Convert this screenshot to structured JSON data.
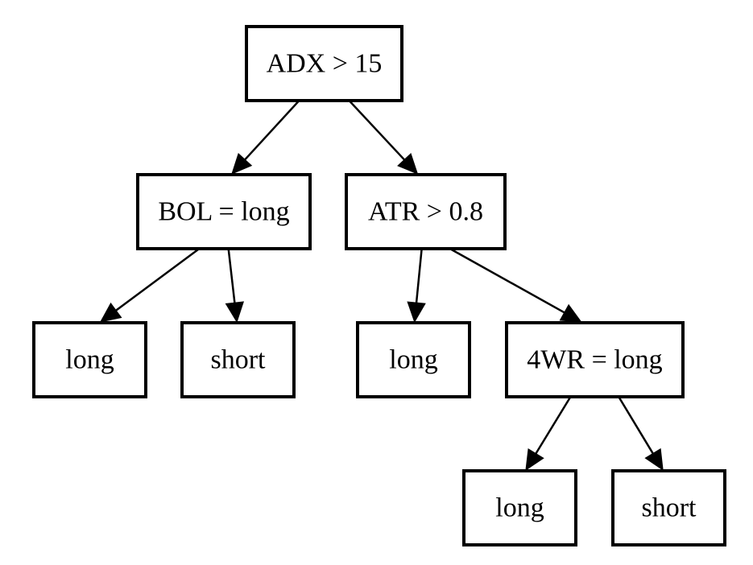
{
  "nodes": {
    "root": {
      "label": "ADX > 15"
    },
    "n1": {
      "label": "BOL = long"
    },
    "n2": {
      "label": "ATR > 0.8"
    },
    "leaf1": {
      "label": "long"
    },
    "leaf2": {
      "label": "short"
    },
    "leaf3": {
      "label": "long"
    },
    "n3": {
      "label": "4WR = long"
    },
    "leaf4": {
      "label": "long"
    },
    "leaf5": {
      "label": "short"
    }
  },
  "edges": [
    {
      "from": "root",
      "to": "n1"
    },
    {
      "from": "root",
      "to": "n2"
    },
    {
      "from": "n1",
      "to": "leaf1"
    },
    {
      "from": "n1",
      "to": "leaf2"
    },
    {
      "from": "n2",
      "to": "leaf3"
    },
    {
      "from": "n2",
      "to": "n3"
    },
    {
      "from": "n3",
      "to": "leaf4"
    },
    {
      "from": "n3",
      "to": "leaf5"
    }
  ]
}
